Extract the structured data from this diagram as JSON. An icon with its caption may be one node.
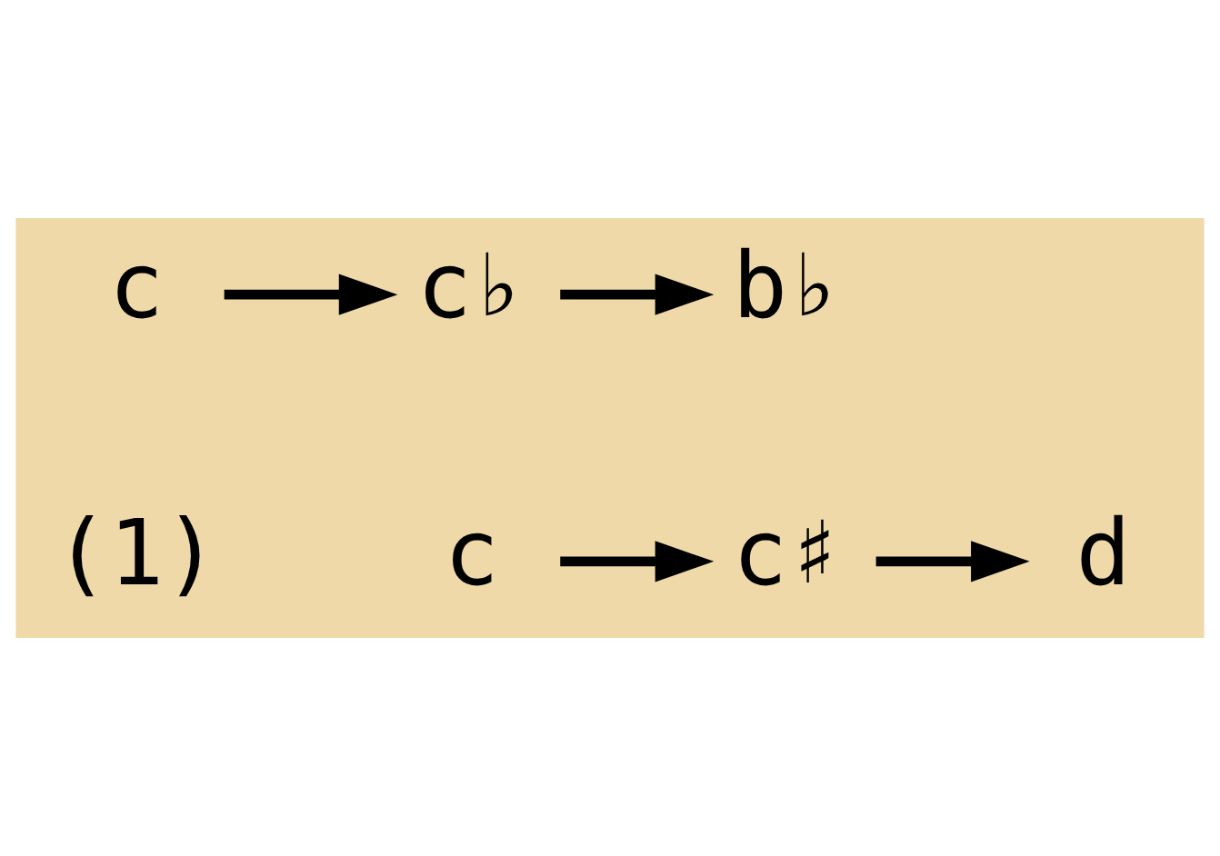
{
  "diagram": {
    "nodes": [
      {
        "text": [
          "c"
        ]
      },
      {
        "text": [
          "c♯"
        ]
      },
      {
        "text": [
          "d"
        ]
      },
      {
        "text": [
          "c"
        ]
      },
      {
        "text": [
          "c♭"
        ]
      },
      {
        "text": [
          "b♭"
        ]
      }
    ],
    "edges": [
      {
        "from": 0,
        "to": 1,
        "arrow": "to"
      },
      {
        "from": 1,
        "to": 2,
        "arrow": "to"
      },
      {
        "from": 3,
        "to": 4,
        "arrow": "to"
      },
      {
        "from": 4,
        "to": 5,
        "arrow": "to"
      }
    ],
    "labels": [
      "(1)"
    ]
  }
}
